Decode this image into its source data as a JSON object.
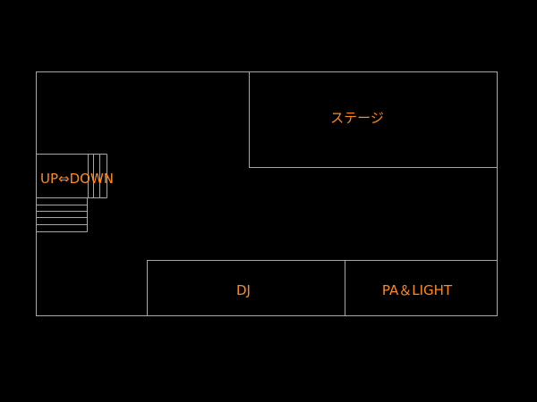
{
  "floorplan": {
    "colors": {
      "background": "#000000",
      "lines": "#a8a8a8",
      "labels": "#ff8a1e"
    },
    "rooms": {
      "stage": {
        "label": "ステージ"
      },
      "stairs": {
        "label": "UP⇔DOWN"
      },
      "dj": {
        "label": "DJ"
      },
      "pa_light": {
        "label": "PA＆LIGHT"
      }
    }
  }
}
